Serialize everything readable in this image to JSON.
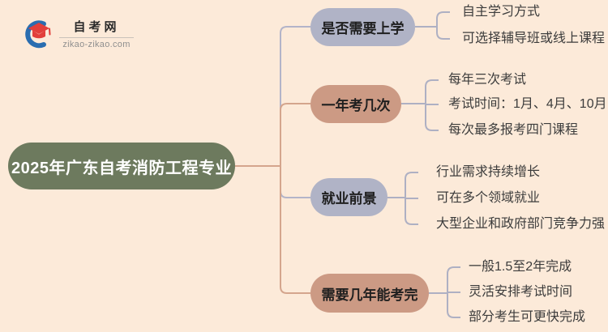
{
  "logo": {
    "site_name": "自考网",
    "site_domain": "zikao-zikao.com"
  },
  "central": {
    "title": "2025年广东自考消防工程专业"
  },
  "branches": [
    {
      "label": "是否需要上学",
      "children": [
        "自主学习方式",
        "可选择辅导班或线上课程"
      ]
    },
    {
      "label": "一年考几次",
      "children": [
        "每年三次考试",
        "考试时间：1月、4月、10月",
        "每次最多报考四门课程"
      ]
    },
    {
      "label": "就业前景",
      "children": [
        "行业需求持续增长",
        "可在多个领域就业",
        "大型企业和政府部门竞争力强"
      ]
    },
    {
      "label": "需要几年能考完",
      "children": [
        "一般1.5至2年完成",
        "灵活安排考试时间",
        "部分考生可更快完成"
      ]
    }
  ],
  "colors": {
    "background": "#fcead9",
    "central_node": "#6d7a5e",
    "branch_node_gray": "#b0b3c6",
    "branch_node_salmon": "#cc9a84",
    "line_purple": "#b3b4c9",
    "line_salmon": "#d4a58d",
    "line_child": "#aeb0c3",
    "logo_blue": "#2a6db0",
    "logo_red": "#e23f3b"
  }
}
